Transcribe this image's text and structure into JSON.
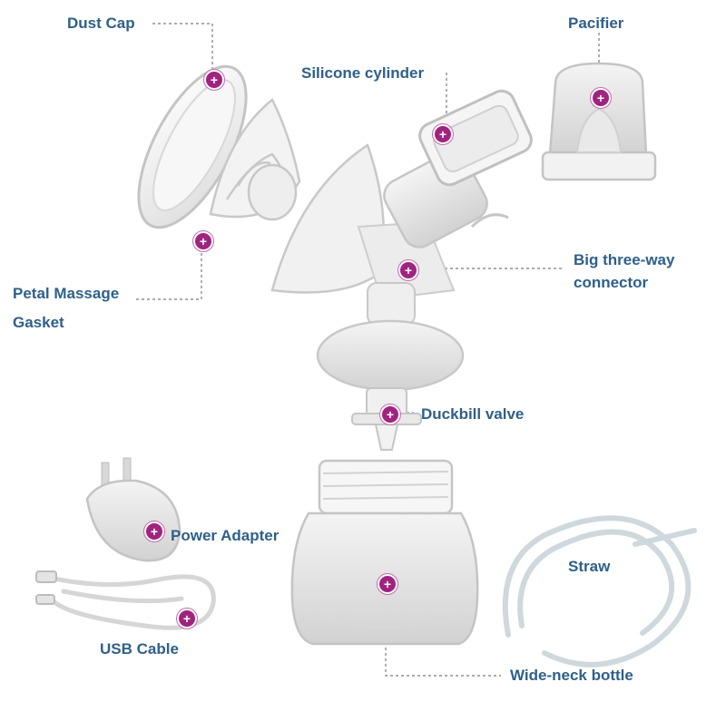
{
  "labels": {
    "dust_cap": "Dust Cap",
    "pacifier": "Pacifier",
    "silicone_cylinder": "Silicone cylinder",
    "big_connector_line1": "Big three-way",
    "big_connector_line2": "connector",
    "petal_line1": "Petal Massage",
    "petal_line2": "Gasket",
    "duckbill": "Duckbill valve",
    "power_adapter": "Power Adapter",
    "straw": "Straw",
    "usb_cable": "USB Cable",
    "bottle": "Wide-neck bottle"
  },
  "colors": {
    "label_text": "#2f5f8a",
    "marker": "#a0237f",
    "leader_line": "#7a7a7a",
    "part_outline": "#c9c9c9"
  }
}
